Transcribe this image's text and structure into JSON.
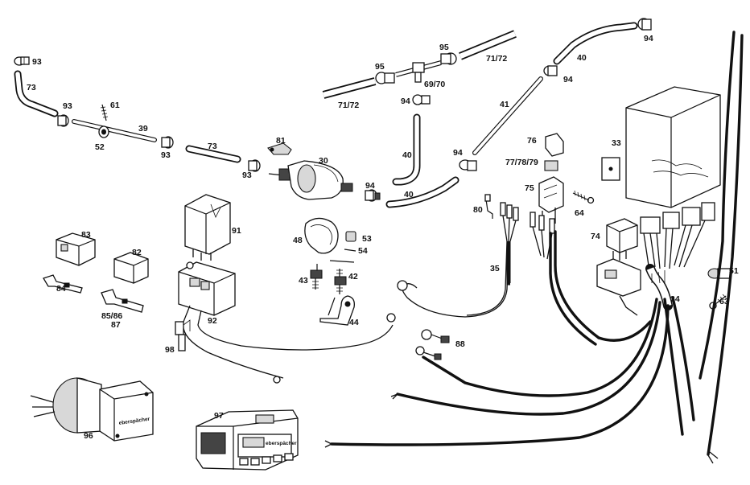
{
  "parts": {
    "clamp_left_top": "93",
    "hose_73_left": "73",
    "clamp_left_mid": "93",
    "screw_61": "61",
    "grommet_52": "52",
    "fuel_line_39": "39",
    "clamp_center": "93",
    "hose_73_center": "73",
    "clamp_right": "93",
    "bracket_81": "81",
    "fuel_pump_30": "30",
    "clamp_94_pump": "94",
    "hose_40_lower": "40",
    "hose_40_mid": "40",
    "clamp_94_mid": "94",
    "clamp_94_line41": "94",
    "fuel_line_41": "41",
    "clamp_94_upper": "94",
    "hose_40_upper": "40",
    "clamp_94_top": "94",
    "clip_95_left": "95",
    "clip_95_right": "95",
    "tee_69_70": "69/70",
    "fuel_line_71_72_left": "71/72",
    "fuel_line_71_72_right": "71/72",
    "control_unit_33": "33",
    "fuse_cap_76": "76",
    "fuse_77_78_79": "77/78/79",
    "fuse_holder_75": "75",
    "screw_64": "64",
    "terminal_80": "80",
    "harness_35": "35",
    "relay_74": "74",
    "clamp_51": "51",
    "screw_63": "63",
    "harness_34": "34",
    "relay_91": "91",
    "relay_base_92": "92",
    "connector_83": "83",
    "connector_82": "82",
    "terminal_84": "84",
    "terminal_85_86_87": "85/86\n87",
    "strap_48": "48",
    "sleeve_53": "53",
    "pin_54": "54",
    "mount_43": "43",
    "mount_42": "42",
    "bracket_44": "44",
    "ring_terminal_88": "88",
    "fuse_holder_98": "98",
    "timer_module_96": "96",
    "timer_97": "97"
  },
  "brand_text": "eberspächer"
}
